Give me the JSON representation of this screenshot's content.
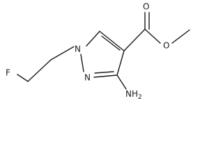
{
  "molecule": {
    "atoms": {
      "oxygen_carbonyl": "O",
      "oxygen_ester": "O",
      "fluorine": "F",
      "nitrogen_1": "N",
      "nitrogen_2": "N",
      "amino_group": "NH",
      "amino_subscript": "2"
    }
  }
}
